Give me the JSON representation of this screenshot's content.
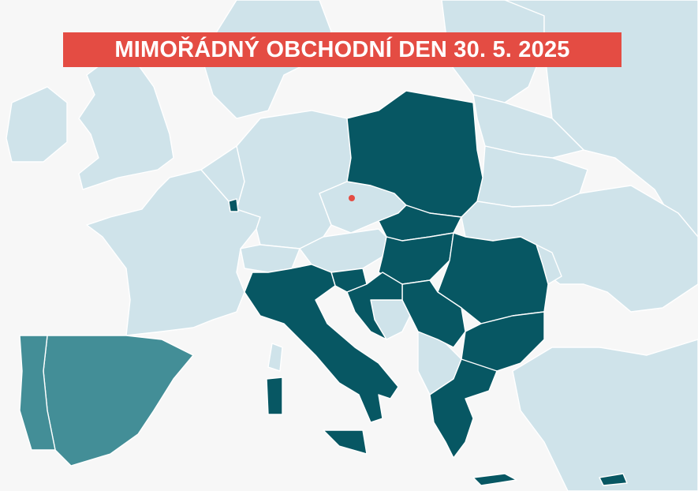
{
  "title": "MIMOŘÁDNÝ OBCHODNÍ DEN 30. 5. 2025",
  "colors": {
    "background": "#f7f7f7",
    "other_countries": "#cfe3ea",
    "highlighted_countries": "#075763",
    "iberia": "#438e97",
    "banner": "#e44c43",
    "marker": "#e44c43",
    "borders": "#ffffff",
    "banner_text": "#ffffff"
  },
  "highlighted_countries": [
    "Poland",
    "Slovakia",
    "Hungary",
    "Romania",
    "Bulgaria",
    "Greece",
    "Italy",
    "Croatia",
    "Slovenia",
    "Serbia",
    "Montenegro",
    "Luxembourg"
  ],
  "iberia_countries": [
    "Spain",
    "Portugal"
  ],
  "marker_country": "Czechia"
}
